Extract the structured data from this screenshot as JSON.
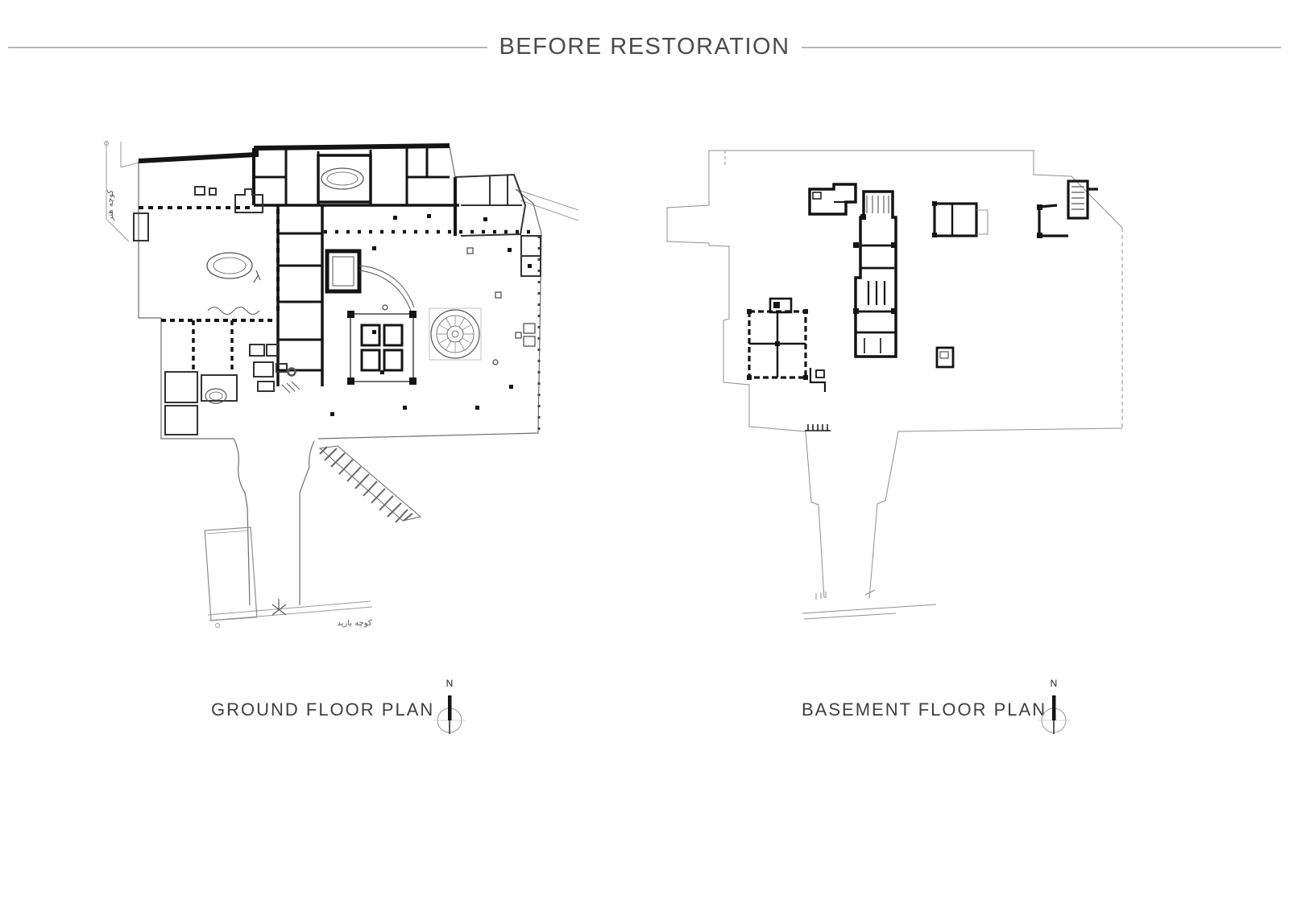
{
  "header": {
    "title": "BEFORE RESTORATION"
  },
  "plans": {
    "ground": {
      "label": "GROUND FLOOR PLAN",
      "compass_label": "N",
      "street_label_left": "کوچه هنر",
      "street_label_bottom": "کوچه بازید"
    },
    "basement": {
      "label": "BASEMENT FLOOR PLAN",
      "compass_label": "N"
    }
  },
  "colors": {
    "ink": "#141414",
    "medium_line": "#555555",
    "light_line": "#8f8f8f",
    "title_text": "#4a4a4a",
    "caption_text": "#3f3f3f",
    "rule": "#b5b5b5",
    "background": "#ffffff"
  }
}
